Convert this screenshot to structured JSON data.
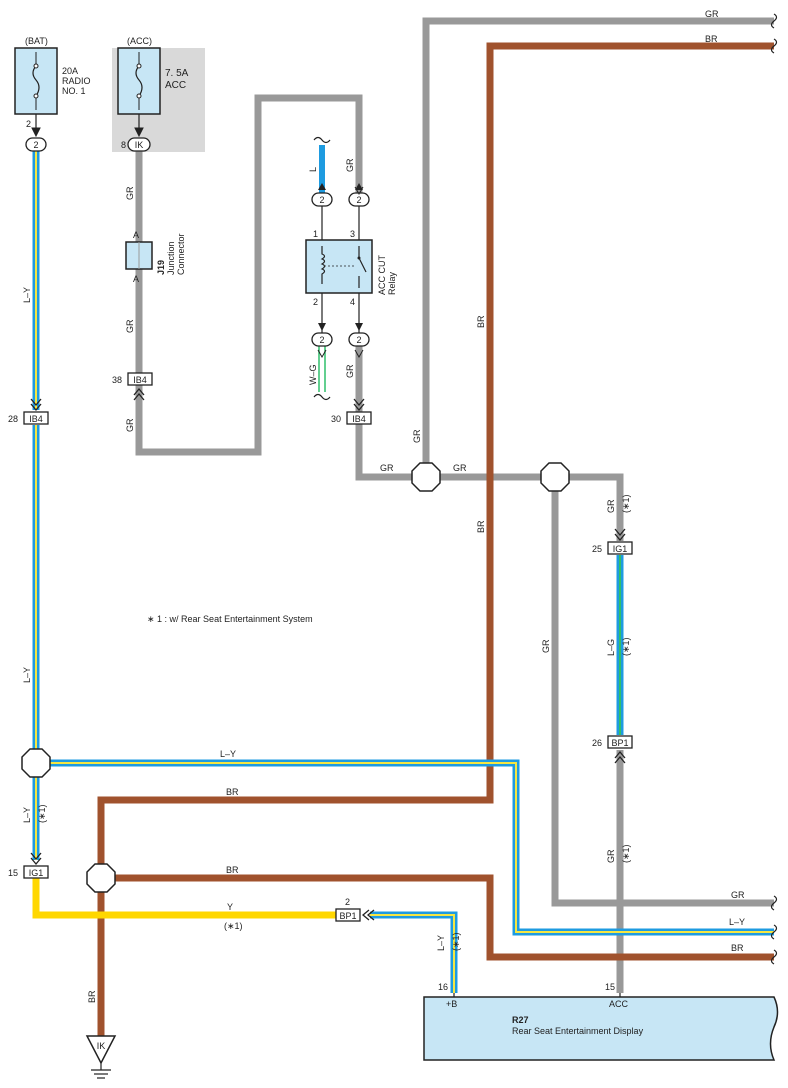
{
  "colors": {
    "gr": "#999999",
    "br": "#a0522d",
    "l": "#1e9be0",
    "y": "#ffd700",
    "ly_stripe": "#f5e642",
    "relay_fill": "#c7e6f5",
    "shade": "#d9d9d9",
    "display_fill": "#c7e6f5"
  },
  "fuses": {
    "bat": {
      "source": "(BAT)",
      "l1": "20A",
      "l2": "RADIO",
      "l3": "NO. 1",
      "pin": "2",
      "conn": "2"
    },
    "acc": {
      "source": "(ACC)",
      "l1": "7. 5A",
      "l2": "ACC",
      "pin": "8",
      "conn": "IK"
    }
  },
  "junction": {
    "id": "J19",
    "l1": "Junction",
    "l2": "Connector",
    "pin_top": "A",
    "pin_bot": "A"
  },
  "relay": {
    "l1": "ACC CUT",
    "l2": "Relay",
    "p1": "1",
    "p2": "2",
    "p3": "3",
    "p4": "4"
  },
  "connectors": {
    "ib4_38": {
      "pin": "38",
      "name": "IB4"
    },
    "ib4_28": {
      "pin": "28",
      "name": "IB4"
    },
    "ib4_30": {
      "pin": "30",
      "name": "IB4"
    },
    "ig1_25": {
      "pin": "25",
      "name": "IG1"
    },
    "bp1_26": {
      "pin": "26",
      "name": "BP1"
    },
    "ig1_15": {
      "pin": "15",
      "name": "IG1"
    },
    "bp1_2": {
      "pin": "2",
      "name": "BP1"
    },
    "c2": "2",
    "ground": "IK"
  },
  "wires": {
    "gr": "GR",
    "br": "BR",
    "ly": "L–Y",
    "l": "L",
    "wg": "W–G",
    "lg": "L–G",
    "y": "Y",
    "note_short": "(∗1)"
  },
  "note": "∗ 1 : w/ Rear Seat Entertainment System",
  "display": {
    "id": "R27",
    "name": "Rear Seat Entertainment Display",
    "pin_b": "16",
    "label_b": "+B",
    "pin_acc": "15",
    "label_acc": "ACC"
  }
}
